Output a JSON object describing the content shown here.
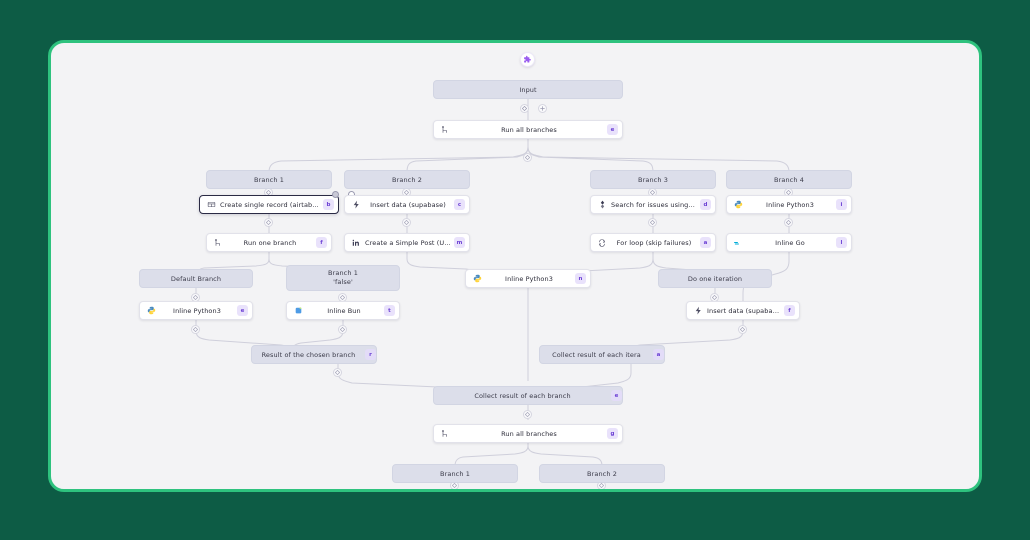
{
  "theme": {
    "page_background": "#0d5c45",
    "window_border": "#2ec27e",
    "canvas_background": "#f3f3f5",
    "header_node_fill": "#dcdeea",
    "card_fill": "#ffffff",
    "badge_fill": "#e9e2fb",
    "badge_text": "#6b3fd4",
    "selected_border": "#2b2b45",
    "edge_stroke": "#cfcfdb"
  },
  "flow": {
    "start_icon": "puzzle-piece-icon",
    "nodes": [
      {
        "id": "input",
        "label": "Input",
        "style": "header",
        "badge": "",
        "icon": ""
      },
      {
        "id": "run-all-1",
        "label": "Run all branches",
        "style": "card",
        "badge": "e",
        "icon": "branch-icon"
      },
      {
        "id": "branch-1-top",
        "label": "Branch 1",
        "style": "header",
        "badge": "",
        "icon": ""
      },
      {
        "id": "branch-2-top",
        "label": "Branch 2",
        "style": "header",
        "badge": "",
        "icon": ""
      },
      {
        "id": "branch-3-top",
        "label": "Branch 3",
        "style": "header",
        "badge": "",
        "icon": ""
      },
      {
        "id": "branch-4-top",
        "label": "Branch 4",
        "style": "header",
        "badge": "",
        "icon": ""
      },
      {
        "id": "airtable",
        "label": "Create single record (airtable)",
        "style": "card",
        "badge": "b",
        "icon": "airtable-icon",
        "selected": true
      },
      {
        "id": "supabase-1",
        "label": "Insert data (supabase)",
        "style": "card",
        "badge": "c",
        "icon": "supabase-icon"
      },
      {
        "id": "jira",
        "label": "Search for issues using JQL (...",
        "style": "card",
        "badge": "d",
        "icon": "jira-icon"
      },
      {
        "id": "python-1",
        "label": "Inline Python3",
        "style": "card",
        "badge": "i",
        "icon": "python-icon"
      },
      {
        "id": "run-one-branch",
        "label": "Run one branch",
        "style": "card",
        "badge": "f",
        "icon": "branch-icon"
      },
      {
        "id": "linkedin",
        "label": "Create a Simple Post (User) (...",
        "style": "card",
        "badge": "m",
        "icon": "linkedin-icon"
      },
      {
        "id": "for-loop",
        "label": "For loop (skip failures)",
        "style": "card",
        "badge": "a",
        "icon": "loop-icon"
      },
      {
        "id": "inline-go",
        "label": "Inline Go",
        "style": "card",
        "badge": "l",
        "icon": "go-icon"
      },
      {
        "id": "default-branch",
        "label": "Default Branch",
        "style": "header",
        "badge": "",
        "icon": ""
      },
      {
        "id": "branch-1-false",
        "label": "Branch 1",
        "sublabel": "'false'",
        "style": "header",
        "badge": "",
        "icon": ""
      },
      {
        "id": "python-2",
        "label": "Inline Python3",
        "style": "card",
        "badge": "n",
        "icon": "python-icon"
      },
      {
        "id": "do-one-iteration",
        "label": "Do one iteration",
        "style": "header",
        "badge": "",
        "icon": ""
      },
      {
        "id": "python-3",
        "label": "Inline Python3",
        "style": "card",
        "badge": "e",
        "icon": "python-icon"
      },
      {
        "id": "inline-bun",
        "label": "Inline Bun",
        "style": "card",
        "badge": "t",
        "icon": "bun-icon"
      },
      {
        "id": "supabase-2",
        "label": "Insert data (supabase)",
        "style": "card",
        "badge": "f",
        "icon": "supabase-icon"
      },
      {
        "id": "result-chosen",
        "label": "Result of the chosen branch",
        "style": "header",
        "badge": "r",
        "icon": ""
      },
      {
        "id": "collect-iter",
        "label": "Collect result of each itera",
        "style": "header",
        "badge": "a",
        "icon": ""
      },
      {
        "id": "collect-branch",
        "label": "Collect result of each branch",
        "style": "header",
        "badge": "e",
        "icon": ""
      },
      {
        "id": "run-all-2",
        "label": "Run all branches",
        "style": "card",
        "badge": "g",
        "icon": "branch-icon"
      },
      {
        "id": "branch-1-bottom",
        "label": "Branch 1",
        "style": "header",
        "badge": "",
        "icon": ""
      },
      {
        "id": "branch-2-bottom",
        "label": "Branch 2",
        "style": "header",
        "badge": "",
        "icon": ""
      }
    ],
    "connector_buttons": [
      {
        "id": "c-input-settings",
        "icon": "diamond-icon"
      },
      {
        "id": "c-input-add",
        "icon": "plus-icon"
      }
    ]
  }
}
